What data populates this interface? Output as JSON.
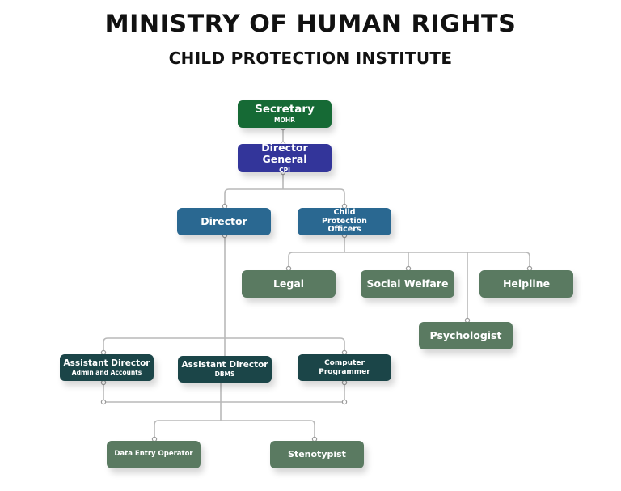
{
  "header": {
    "title": "MINISTRY OF HUMAN RIGHTS",
    "subtitle": "CHILD PROTECTION INSTITUTE"
  },
  "nodes": {
    "secretary": {
      "label": "Secretary",
      "sub": "MOHR"
    },
    "director_general": {
      "label": "Director General",
      "sub": "CPI"
    },
    "director": {
      "label": "Director"
    },
    "child_protection_officers": {
      "label": "Child Protection Officers"
    },
    "legal": {
      "label": "Legal"
    },
    "social_welfare": {
      "label": "Social Welfare"
    },
    "helpline": {
      "label": "Helpline"
    },
    "psychologist": {
      "label": "Psychologist"
    },
    "asst_director_admin": {
      "label": "Assistant Director",
      "sub": "Admin and Accounts"
    },
    "asst_director_dbms": {
      "label": "Assistant Director",
      "sub": "DBMS"
    },
    "computer_programmer": {
      "label": "Computer Programmer"
    },
    "data_entry_operator": {
      "label": "Data Entry Operator"
    },
    "stenotypist": {
      "label": "Stenotypist"
    }
  },
  "colors": {
    "secretary": "#166a35",
    "director_general": "#33359a",
    "director_level": "#2a6891",
    "officers": "#5a7a61",
    "assistant_level": "#1b4548",
    "connector": "#b9b9b9"
  }
}
